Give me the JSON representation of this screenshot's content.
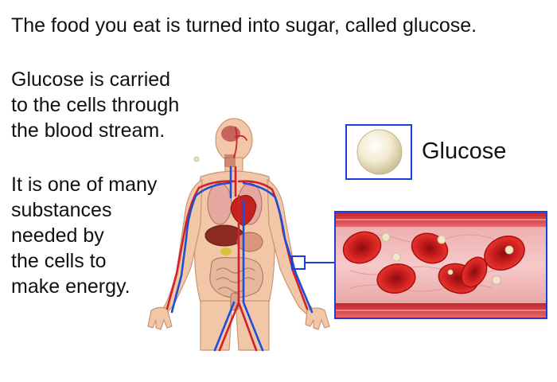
{
  "headline": "The food you eat is turned into sugar, called glucose.",
  "paragraph1_lines": [
    "Glucose is carried",
    "to the cells through",
    "the blood stream."
  ],
  "paragraph2_lines": [
    "It is one of many",
    "substances",
    "needed by",
    "the cells to",
    "make energy."
  ],
  "legend_label": "Glucose",
  "colors": {
    "text": "#111111",
    "callout_blue": "#1a3fd8",
    "artery_red": "#d4202a",
    "vein_blue": "#1d4fd6",
    "skin": "#f2c7a8",
    "blood_cell": "#d8231f",
    "glucose_particle": "#f1e7c8"
  },
  "icons": [
    "human-body-circulatory-illustration",
    "glucose-molecule-icon",
    "blood-vessel-illustration"
  ]
}
